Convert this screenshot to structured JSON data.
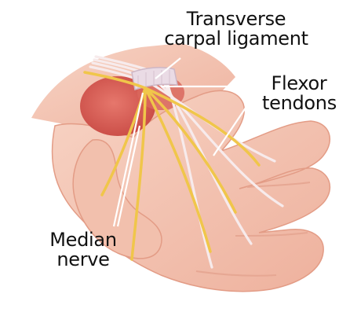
{
  "diagram": {
    "labels": {
      "ligament": [
        "Transverse",
        "carpal ligament"
      ],
      "tendons": [
        "Flexor",
        "tendons"
      ],
      "nerve": [
        "Median",
        "nerve"
      ]
    },
    "colors": {
      "skin": "#f4c5b3",
      "skin_shadow": "#e9a38f",
      "wrist_muscle": "#d95f56",
      "nerve": "#f2c64c",
      "tendon": "#f6e9ea",
      "ligament": "#e8d6e0",
      "leader_line": "#ffffff"
    }
  }
}
